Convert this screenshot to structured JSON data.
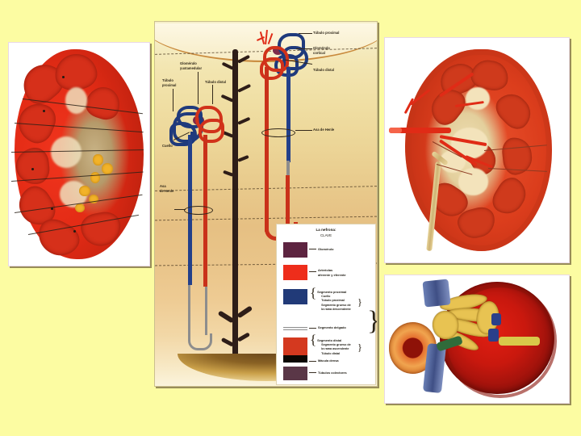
{
  "slide": {
    "background_color": "#fcfca2",
    "title": ""
  },
  "figures": [
    {
      "id": "kidney-coronal-section",
      "caption": "",
      "description": "Corte coronal de rinon"
    },
    {
      "id": "nephron-diagram",
      "caption": "",
      "description": "Esquema de la nefrona"
    },
    {
      "id": "kidney-vessels",
      "caption": "",
      "description": "Rinon con vascularizacion"
    },
    {
      "id": "renal-corpuscle",
      "caption": "",
      "description": "Corpusculo renal"
    }
  ],
  "nephron_diagram": {
    "labels": {
      "juxtamedullary_glomerulus": "Glomérulo\nyuxtamedular",
      "proximal_tubule_left": "Túbulo\nproximal",
      "distal_tubule_left": "Túbulo distal",
      "neck": "Cuello",
      "henle_loop_left": "Asa\nde Henle",
      "proximal_tubule_right": "Túbulo proximal",
      "cortical_glomerulus": "Glomérulo\ncortical",
      "distal_tubule_right": "Túbulo distal",
      "henle_loop_right": "Asa de Henle"
    },
    "legend": {
      "title": "La nefrona:",
      "subtitle": "CLAVE",
      "entries": [
        {
          "label": "Glomérulo",
          "color": "#5d2440",
          "sublabels": []
        },
        {
          "label": "Arteriolas\naferente y eferente",
          "color": "#ee2d1b",
          "sublabels": []
        },
        {
          "label": "Segmento proximal",
          "color": "#213a78",
          "sublabels": [
            "Cuello",
            "Túbulo proximal",
            "Segmento grueso de\nla rama descendente"
          ]
        },
        {
          "label": "Segmento delgado",
          "color": "#c9c9c9",
          "sublabels": []
        },
        {
          "label": "Segmento distal",
          "color": "#d4391f",
          "sublabels": [
            "Segmento grueso de\nla rama ascendente",
            "Túbulo distal"
          ]
        },
        {
          "label": "Mácula densa",
          "color": "#0c0703",
          "sublabels": []
        },
        {
          "label": "Túbulos colectores",
          "color": "#5a3747",
          "sublabels": []
        }
      ]
    }
  }
}
